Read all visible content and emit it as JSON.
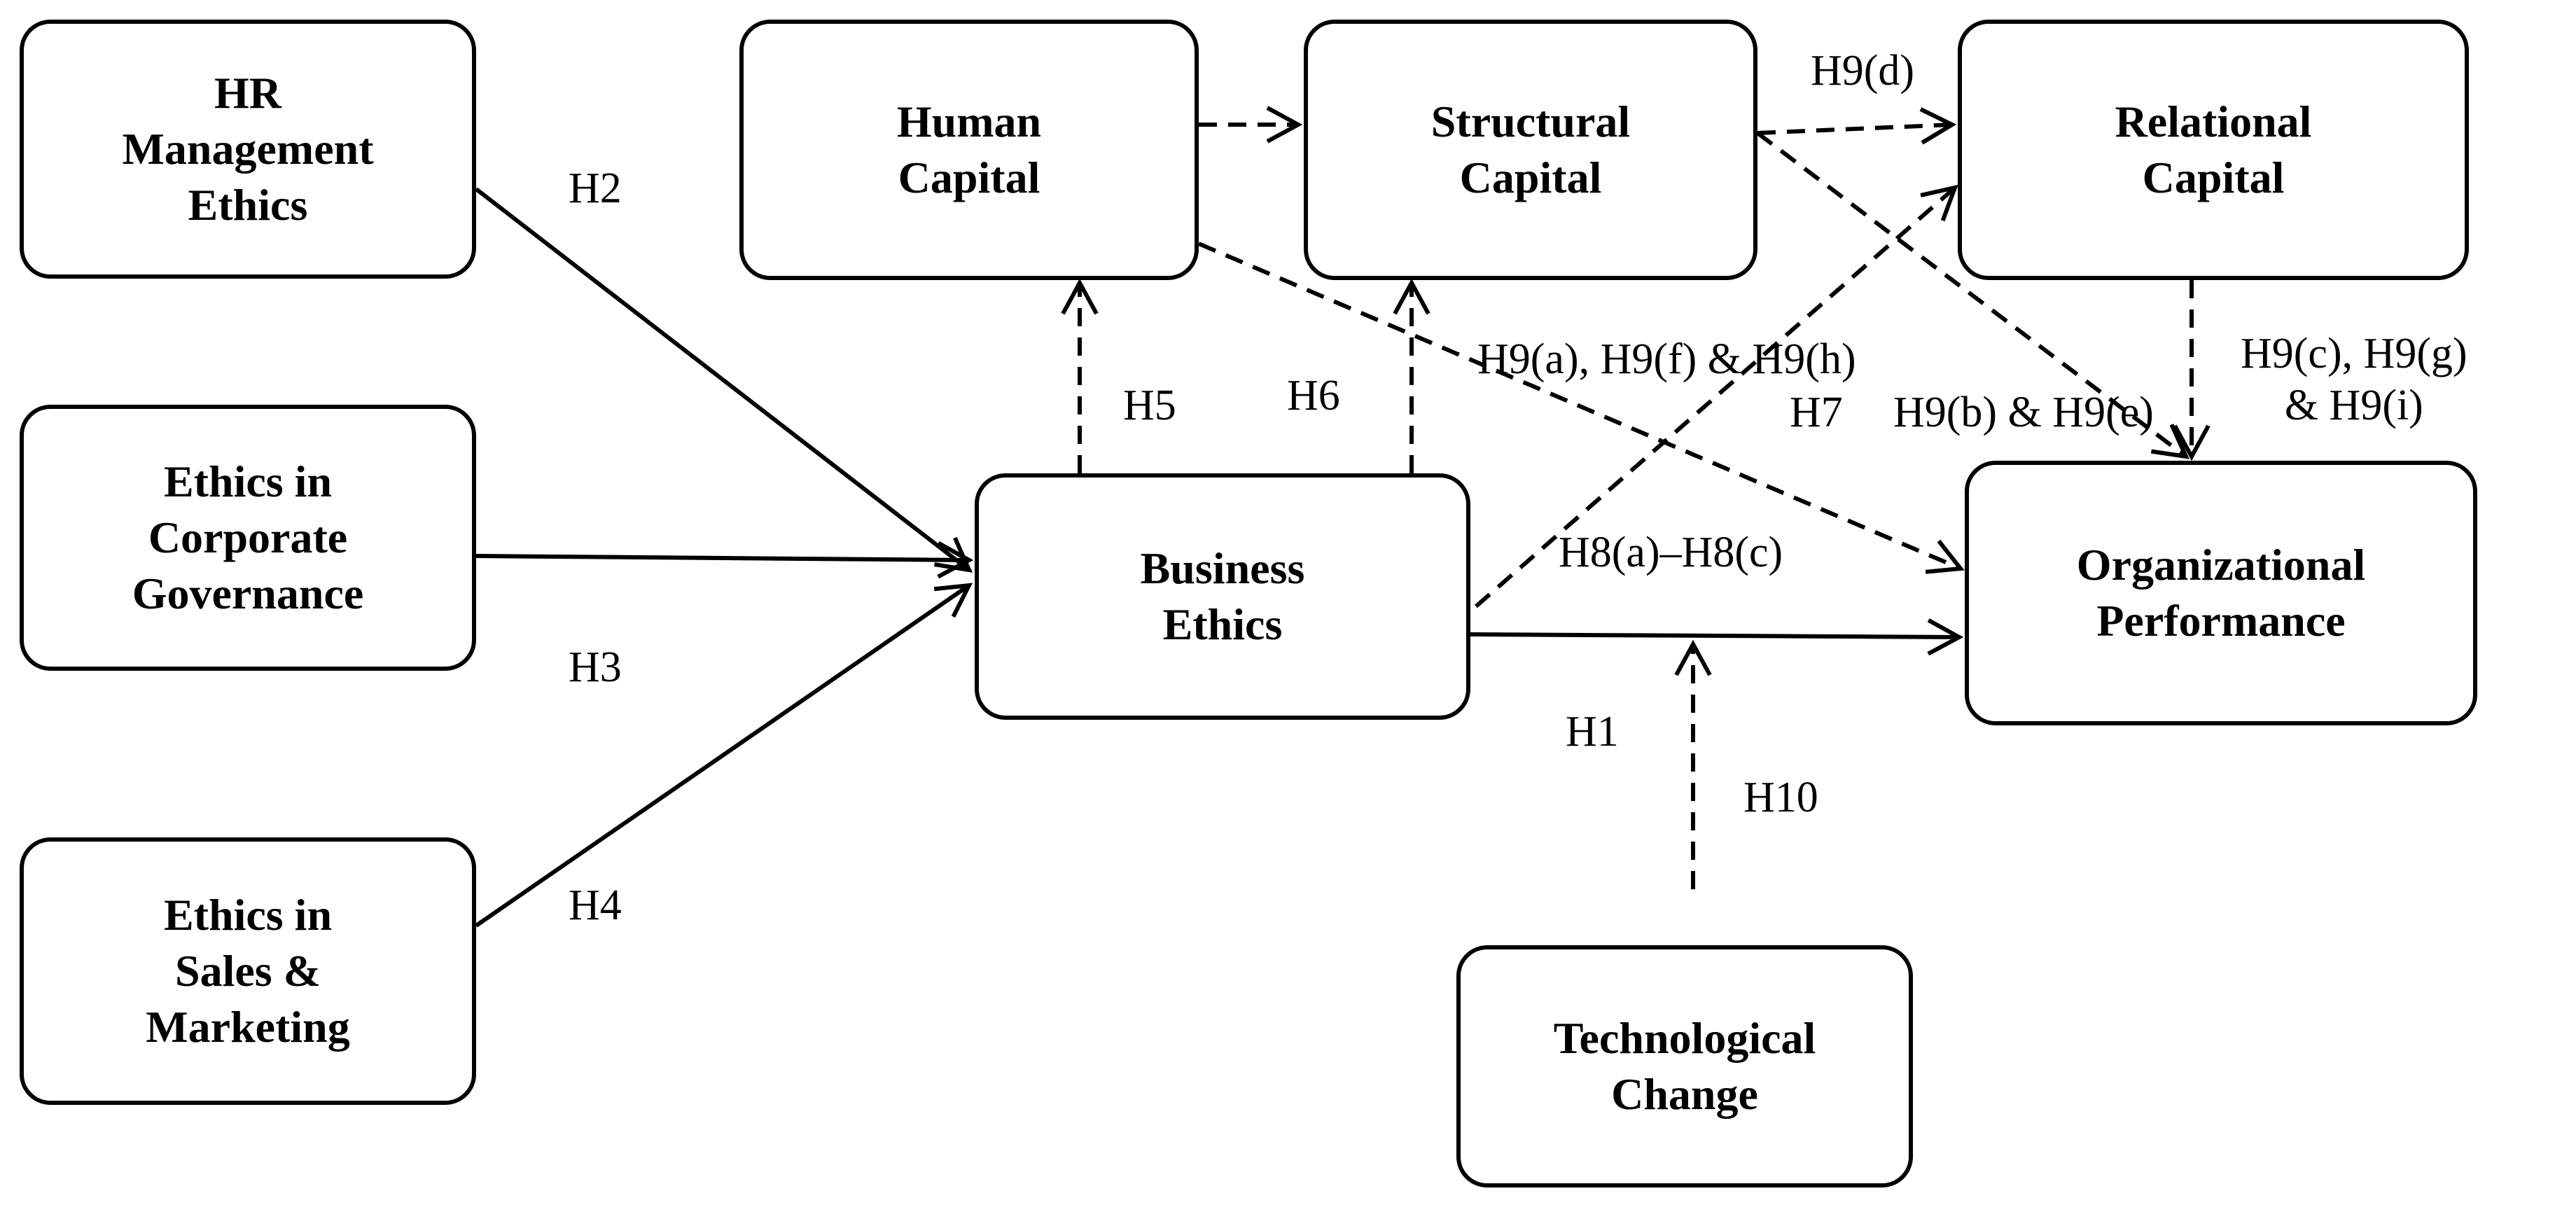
{
  "nodes": {
    "hr_management_ethics": "HR\nManagement\nEthics",
    "ethics_corporate_governance": "Ethics in\nCorporate\nGovernance",
    "ethics_sales_marketing": "Ethics in\nSales &\nMarketing",
    "human_capital": "Human\nCapital",
    "structural_capital": "Structural\nCapital",
    "relational_capital": "Relational\nCapital",
    "business_ethics": "Business\nEthics",
    "organizational_performance": "Organizational\nPerformance",
    "technological_change": "Technological\nChange"
  },
  "edges": [
    {
      "id": "h2",
      "from": "hr_management_ethics",
      "to": "business_ethics",
      "style": "solid",
      "label": "H2"
    },
    {
      "id": "h3",
      "from": "ethics_corporate_governance",
      "to": "business_ethics",
      "style": "solid",
      "label": "H3"
    },
    {
      "id": "h4",
      "from": "ethics_sales_marketing",
      "to": "business_ethics",
      "style": "solid",
      "label": "H4"
    },
    {
      "id": "h5",
      "from": "business_ethics",
      "to": "human_capital",
      "style": "dashed",
      "label": "H5"
    },
    {
      "id": "h6",
      "from": "business_ethics",
      "to": "structural_capital",
      "style": "dashed",
      "label": "H6"
    },
    {
      "id": "h7",
      "from": "business_ethics",
      "to": "relational_capital",
      "style": "dashed",
      "label": "H7"
    },
    {
      "id": "hc_sc",
      "from": "human_capital",
      "to": "structural_capital",
      "style": "dashed",
      "label": ""
    },
    {
      "id": "h9d",
      "from": "structural_capital",
      "to": "relational_capital",
      "style": "dashed",
      "label": "H9(d)"
    },
    {
      "id": "h9afh",
      "from": "human_capital",
      "to": "organizational_performance",
      "style": "dashed",
      "label": "H9(a), H9(f) & H9(h)"
    },
    {
      "id": "h9be",
      "from": "structural_capital",
      "to": "organizational_performance",
      "style": "dashed",
      "label": "H9(b) & H9(e)"
    },
    {
      "id": "h9cgi",
      "from": "relational_capital",
      "to": "organizational_performance",
      "style": "dashed",
      "label": "H9(c), H9(g)\n& H9(i)"
    },
    {
      "id": "h1",
      "from": "business_ethics",
      "to": "organizational_performance",
      "style": "solid",
      "label": "H1"
    },
    {
      "id": "h10",
      "from": "technological_change",
      "to": "edge:h1",
      "style": "dashed",
      "label": "H10"
    }
  ],
  "annotations": {
    "h8": "H8(a)–H8(c)"
  }
}
